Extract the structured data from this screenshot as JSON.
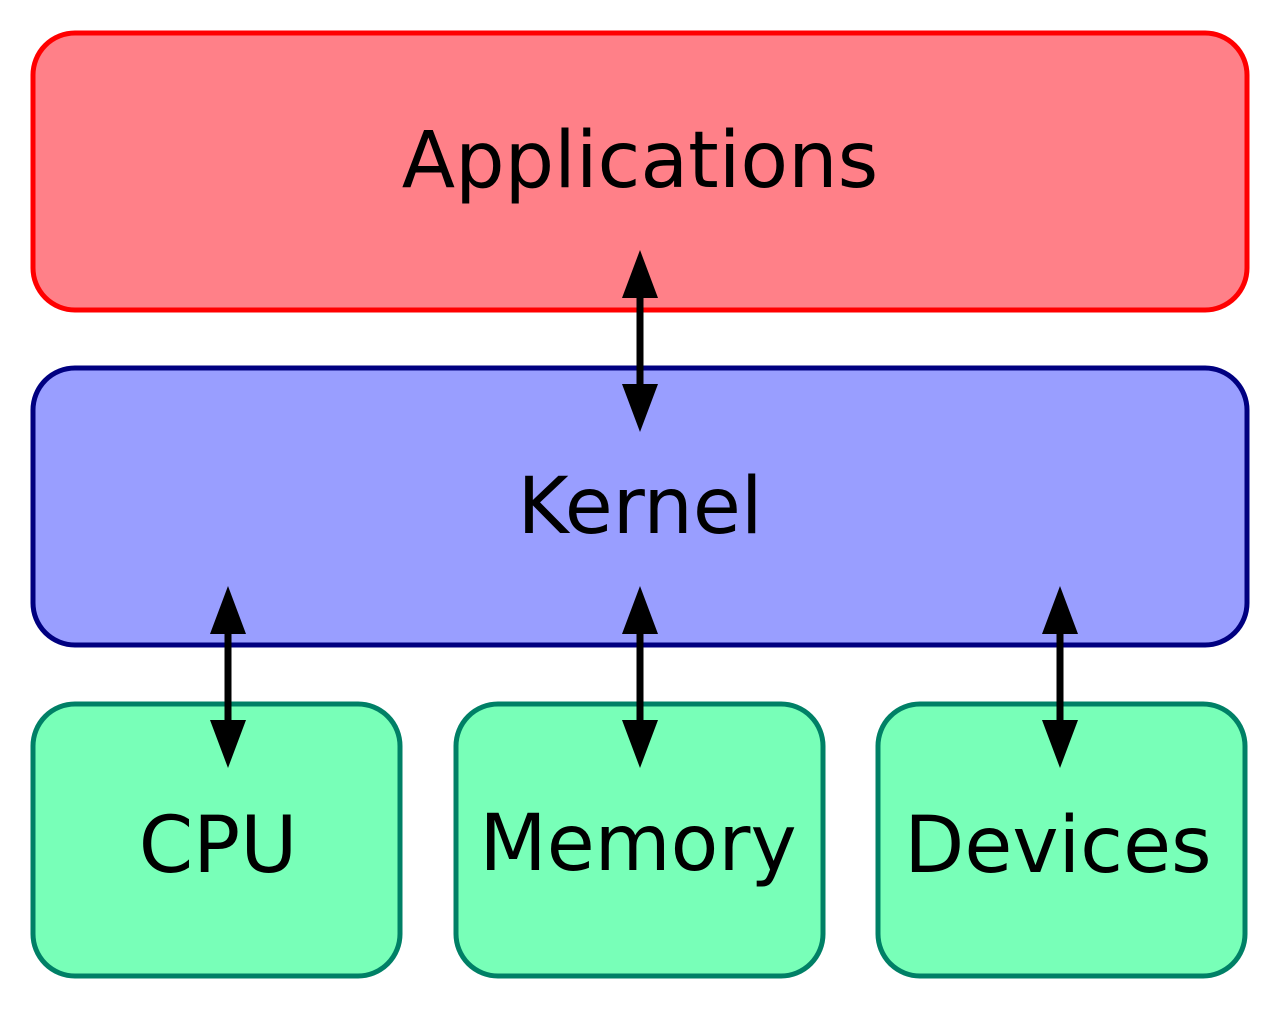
{
  "layers": {
    "applications": {
      "label": "Applications",
      "fill": "#FF8088",
      "stroke": "#FF0000"
    },
    "kernel": {
      "label": "Kernel",
      "fill": "#999EFF",
      "stroke": "#000080"
    },
    "hardware": [
      {
        "label": "CPU",
        "fill": "#78FFB8",
        "stroke": "#008066"
      },
      {
        "label": "Memory",
        "fill": "#78FFB8",
        "stroke": "#008066"
      },
      {
        "label": "Devices",
        "fill": "#78FFB8",
        "stroke": "#008066"
      }
    ]
  },
  "arrows": [
    {
      "from": "Applications",
      "to": "Kernel",
      "direction": "bidirectional"
    },
    {
      "from": "Kernel",
      "to": "CPU",
      "direction": "bidirectional"
    },
    {
      "from": "Kernel",
      "to": "Memory",
      "direction": "bidirectional"
    },
    {
      "from": "Kernel",
      "to": "Devices",
      "direction": "bidirectional"
    }
  ],
  "arrow_color": "#000000"
}
